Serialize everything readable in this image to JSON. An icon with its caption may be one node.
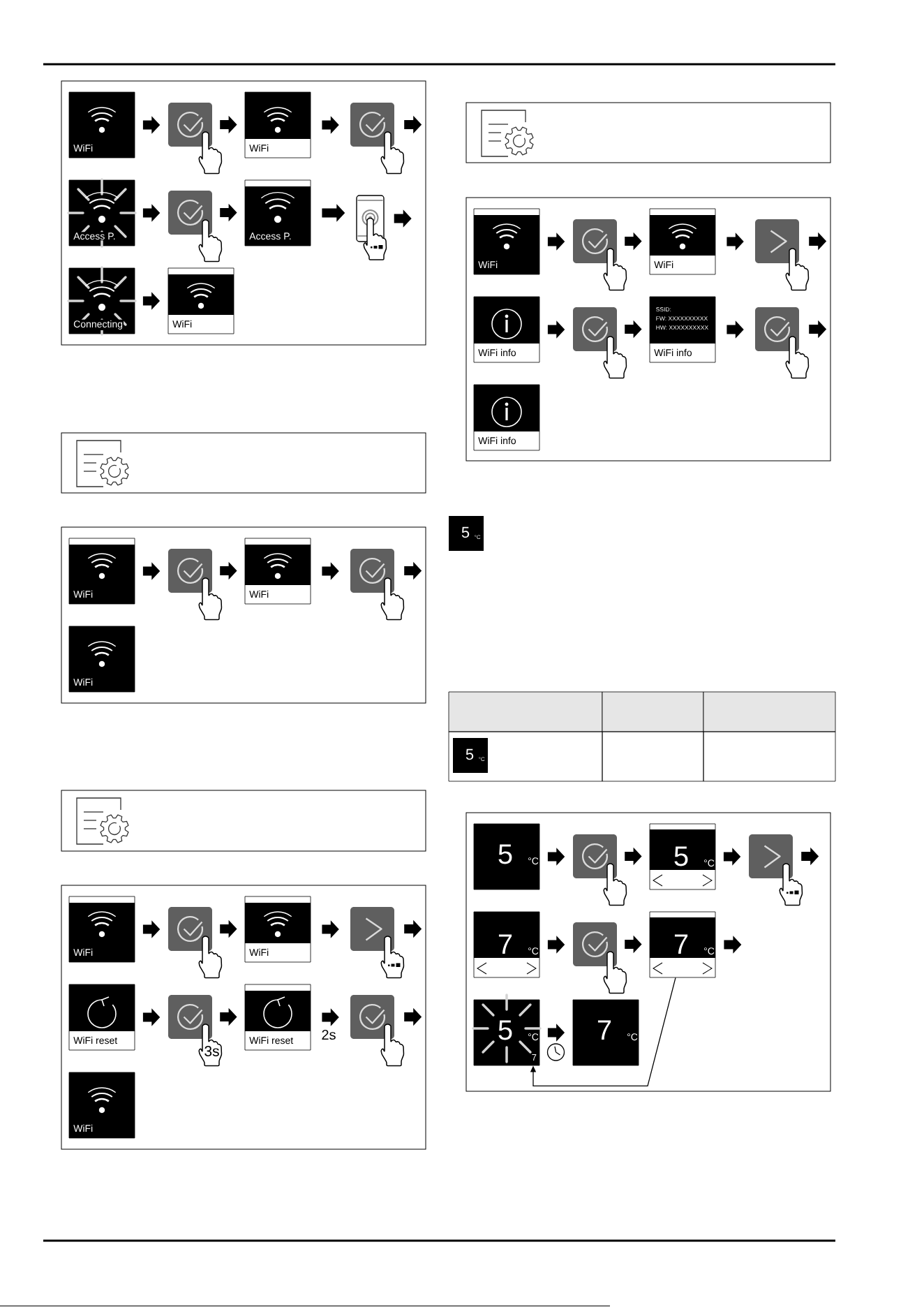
{
  "diagram": {
    "nodes": [
      {
        "text": [],
        "shape": "box"
      },
      {
        "text": [
          "WiFi"
        ],
        "in": 0
      },
      {
        "text": [],
        "shape": "picture",
        "in": 0
      },
      {
        "text": [
          "WiFi"
        ],
        "in": 0
      },
      {
        "text": [],
        "shape": "picture",
        "in": 0
      },
      {
        "text": [
          "Access P."
        ],
        "in": 0
      },
      {
        "text": [],
        "shape": "picture",
        "in": 0
      },
      {
        "text": [
          "Access P."
        ],
        "in": 0
      },
      {
        "text": [],
        "shape": "picture",
        "in": 0
      },
      {
        "text": [
          "Connecting"
        ],
        "in": 0
      },
      {
        "text": [
          "WiFi"
        ],
        "in": 0
      },
      {
        "text": [],
        "shape": "box"
      },
      {
        "text": [],
        "shape": "box"
      },
      {
        "text": [
          "WiFi"
        ],
        "in": 12
      },
      {
        "text": [],
        "shape": "picture",
        "in": 12
      },
      {
        "text": [
          "WiFi"
        ],
        "in": 12
      },
      {
        "text": [],
        "shape": "picture",
        "in": 12
      },
      {
        "text": [
          "WiFi"
        ],
        "in": 12
      },
      {
        "text": [],
        "shape": "box"
      },
      {
        "text": [],
        "shape": "box"
      },
      {
        "text": [
          "WiFi"
        ],
        "in": 19
      },
      {
        "text": [],
        "shape": "picture",
        "in": 19
      },
      {
        "text": [
          "WiFi"
        ],
        "in": 19
      },
      {
        "text": [],
        "shape": "picture",
        "in": 19
      },
      {
        "text": [
          "WiFi reset"
        ],
        "in": 19
      },
      {
        "text": [],
        "shape": "picture",
        "beside": [
          "3s"
        ],
        "in": 19
      },
      {
        "text": [
          "WiFi reset"
        ],
        "in": 19
      },
      {
        "text": [],
        "shape": "picture",
        "in": 19
      },
      {
        "text": [
          "WiFi"
        ],
        "in": 19
      },
      {
        "text": [],
        "shape": "box"
      },
      {
        "text": [],
        "shape": "box"
      },
      {
        "text": [
          "WiFi"
        ],
        "in": 30
      },
      {
        "text": [],
        "shape": "picture",
        "in": 30
      },
      {
        "text": [
          "WiFi"
        ],
        "in": 30
      },
      {
        "text": [],
        "shape": "picture",
        "in": 30
      },
      {
        "text": [
          "WiFi info"
        ],
        "in": 30
      },
      {
        "text": [],
        "shape": "picture",
        "in": 30
      },
      {
        "text": [
          "SSID:",
          "FW: XXXXXXXXXX",
          "HW: XXXXXXXXXX",
          "WiFi info"
        ],
        "in": 30
      },
      {
        "text": [],
        "shape": "picture",
        "in": 30
      },
      {
        "text": [
          "WiFi info"
        ],
        "in": 30
      },
      {
        "text": [
          "5",
          "°C"
        ]
      },
      {
        "text": [
          "5",
          "°C"
        ]
      },
      {
        "text": [],
        "shape": "box"
      },
      {
        "text": [
          "5",
          "°C"
        ],
        "in": 42
      },
      {
        "text": [],
        "shape": "picture",
        "in": 42
      },
      {
        "text": [
          "5",
          "°C"
        ],
        "in": 42
      },
      {
        "text": [],
        "shape": "picture",
        "in": 42
      },
      {
        "text": [
          "7",
          "°C"
        ],
        "in": 42
      },
      {
        "text": [],
        "shape": "picture",
        "in": 42
      },
      {
        "text": [
          "7",
          "°C"
        ],
        "in": 42
      },
      {
        "text": [
          "5",
          "°C",
          "7"
        ],
        "in": 42
      },
      {
        "text": [
          "7",
          "°C"
        ],
        "in": 42
      }
    ],
    "edges": [
      {
        "from": 1,
        "to": 2,
        "arrow": "to"
      },
      {
        "from": 2,
        "to": 3,
        "arrow": "to"
      },
      {
        "from": 3,
        "to": 4,
        "arrow": "to"
      },
      {
        "from": 4,
        "to": null,
        "arrow": "to"
      },
      {
        "from": 5,
        "to": 6,
        "arrow": "to"
      },
      {
        "from": 6,
        "to": 7,
        "arrow": "to"
      },
      {
        "from": 7,
        "to": 8,
        "arrow": "to"
      },
      {
        "from": 8,
        "to": null,
        "arrow": "to"
      },
      {
        "from": 9,
        "to": 10,
        "arrow": "to"
      },
      {
        "from": 13,
        "to": 14,
        "arrow": "to"
      },
      {
        "from": 14,
        "to": 15,
        "arrow": "to"
      },
      {
        "from": 15,
        "to": 16,
        "arrow": "to"
      },
      {
        "from": 16,
        "to": null,
        "arrow": "to"
      },
      {
        "from": 20,
        "to": 21,
        "arrow": "to"
      },
      {
        "from": 21,
        "to": 22,
        "arrow": "to"
      },
      {
        "from": 22,
        "to": 23,
        "arrow": "to"
      },
      {
        "from": 23,
        "to": null,
        "arrow": "to"
      },
      {
        "from": 24,
        "to": 25,
        "arrow": "to"
      },
      {
        "from": 25,
        "to": 26,
        "arrow": "to"
      },
      {
        "from": 26,
        "to": 27,
        "arrow": "to",
        "label": "2s"
      },
      {
        "from": 27,
        "to": null,
        "arrow": "to"
      },
      {
        "from": 31,
        "to": 32,
        "arrow": "to"
      },
      {
        "from": 32,
        "to": 33,
        "arrow": "to"
      },
      {
        "from": 33,
        "to": 34,
        "arrow": "to"
      },
      {
        "from": 34,
        "to": null,
        "arrow": "to"
      },
      {
        "from": 35,
        "to": 36,
        "arrow": "to"
      },
      {
        "from": 36,
        "to": 37,
        "arrow": "to"
      },
      {
        "from": 37,
        "to": 38,
        "arrow": "to"
      },
      {
        "from": 38,
        "to": null,
        "arrow": "to"
      },
      {
        "from": 43,
        "to": 44,
        "arrow": "to"
      },
      {
        "from": 44,
        "to": 45,
        "arrow": "to"
      },
      {
        "from": 45,
        "to": 46,
        "arrow": "to"
      },
      {
        "from": 46,
        "to": null,
        "arrow": "to"
      },
      {
        "from": 47,
        "to": 48,
        "arrow": "to"
      },
      {
        "from": 48,
        "to": 49,
        "arrow": "to"
      },
      {
        "from": 49,
        "to": null,
        "arrow": "to"
      },
      {
        "from": 50,
        "to": 51,
        "arrow": "to"
      },
      {
        "from": 49,
        "to": 50,
        "arrow": "to"
      }
    ]
  }
}
